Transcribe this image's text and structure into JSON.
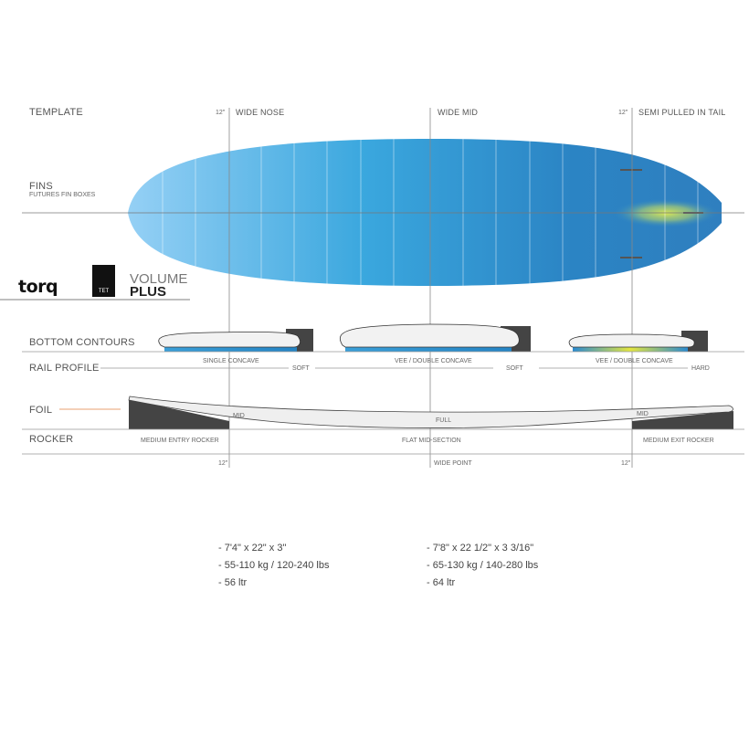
{
  "labels": {
    "template": "TEMPLATE",
    "fins": "FINS",
    "fins_sub": "FUTURES FIN BOXES",
    "bottom_contours": "BOTTOM  CONTOURS",
    "rail_profile": "RAIL PROFILE",
    "foil": "FOIL",
    "rocker": "ROCKER"
  },
  "template_marks": {
    "nose_inch": "12\"",
    "nose": "WIDE NOSE",
    "mid": "WIDE MID",
    "tail_inch": "12\"",
    "tail": "SEMI PULLED IN TAIL"
  },
  "bottom": [
    "SINGLE CONCAVE",
    "VEE / DOUBLE CONCAVE",
    "VEE / DOUBLE CONCAVE"
  ],
  "rails": [
    "SOFT",
    "SOFT",
    "HARD"
  ],
  "foil_marks": [
    "MID",
    "FULL",
    "MID"
  ],
  "rocker": [
    "MEDIUM ENTRY ROCKER",
    "FLAT MID-SECTION",
    "MEDIUM EXIT ROCKER"
  ],
  "bottom_marks": {
    "left": "12\"",
    "mid": "WIDE POINT",
    "right": "12\""
  },
  "logo": {
    "brand": "torq",
    "tech": "TET",
    "model_top": "VOLUME",
    "model_bottom": "PLUS"
  },
  "specs": [
    [
      "- 7'4\" x 22\" x 3\"",
      "- 55-110 kg / 120-240 lbs",
      "- 56 ltr"
    ],
    [
      "- 7'8\" x 22 1/2\" x 3 3/16\"",
      "- 65-130 kg / 140-280 lbs",
      "- 64 ltr"
    ]
  ],
  "colors": {
    "board_light": "#8ecbf2",
    "board_mid": "#2f9bd6",
    "board_dark": "#2a7fc0",
    "tail_accent": "#e6ec4a",
    "rail_dark": "#444444",
    "foil_line": "#e8a070"
  }
}
